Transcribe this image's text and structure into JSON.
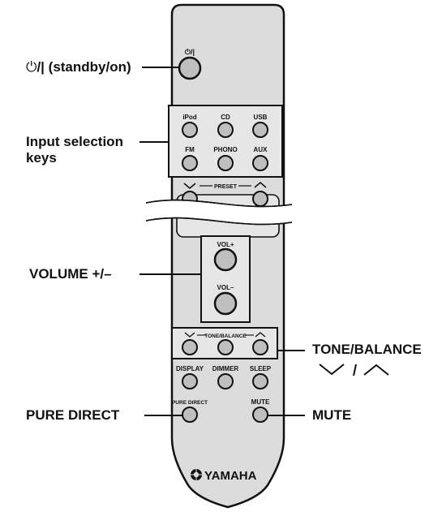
{
  "remote": {
    "power_key": "⏻/|",
    "input_keys": {
      "ipod": "iPod",
      "cd": "CD",
      "usb": "USB",
      "fm": "FM",
      "phono": "PHONO",
      "aux": "AUX"
    },
    "preset_label": "PRESET",
    "vol_up": "VOL+",
    "vol_down": "VOL–",
    "tone_balance": "TONE/BALANCE",
    "display": "DISPLAY",
    "dimmer": "DIMMER",
    "sleep": "SLEEP",
    "pure_direct": "PURE DIRECT",
    "mute": "MUTE",
    "brand": "YAMAHA"
  },
  "callouts": {
    "standby_symbol": "⏻",
    "standby": "/| (standby/on)",
    "input_selection_line1": "Input selection",
    "input_selection_line2": "keys",
    "volume": "VOLUME +/–",
    "tone_balance": "TONE/BALANCE",
    "pure_direct": "PURE DIRECT",
    "mute": "MUTE"
  },
  "colors": {
    "body": "#dcdcdc",
    "outline": "#111111",
    "button_fill": "#bfbfbf",
    "panel": "#e6e6e6"
  }
}
